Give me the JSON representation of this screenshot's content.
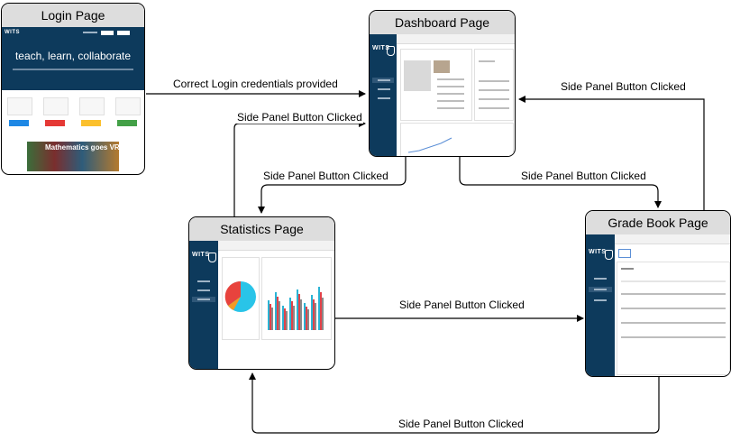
{
  "nodes": {
    "login": {
      "title": "Login Page",
      "tagline": "teach, learn, collaborate",
      "banner_text": "Mathematics goes VR"
    },
    "dashboard": {
      "title": "Dashboard Page"
    },
    "statistics": {
      "title": "Statistics Page"
    },
    "gradebook": {
      "title": "Grade Book Page"
    }
  },
  "edges": {
    "login_to_dashboard": "Correct Login credentials provided",
    "gradebook_to_dashboard": "Side Panel Button Clicked",
    "statistics_to_dashboard": "Side Panel Button Clicked",
    "dashboard_to_statistics": "Side Panel Button Clicked",
    "dashboard_to_gradebook": "Side Panel Button Clicked",
    "statistics_to_gradebook": "Side Panel Button Clicked",
    "gradebook_to_statistics": "Side Panel Button Clicked"
  },
  "mini_ui": {
    "logo": "WITS",
    "button_colors": [
      "#1e88e5",
      "#e53935",
      "#fbc02d",
      "#43a047"
    ],
    "pie_colors": [
      "#29c4e8",
      "#e8433d",
      "#f29b25"
    ],
    "bar_colors": [
      "#2ab3d4",
      "#e0424a",
      "#8a8a8a"
    ]
  }
}
